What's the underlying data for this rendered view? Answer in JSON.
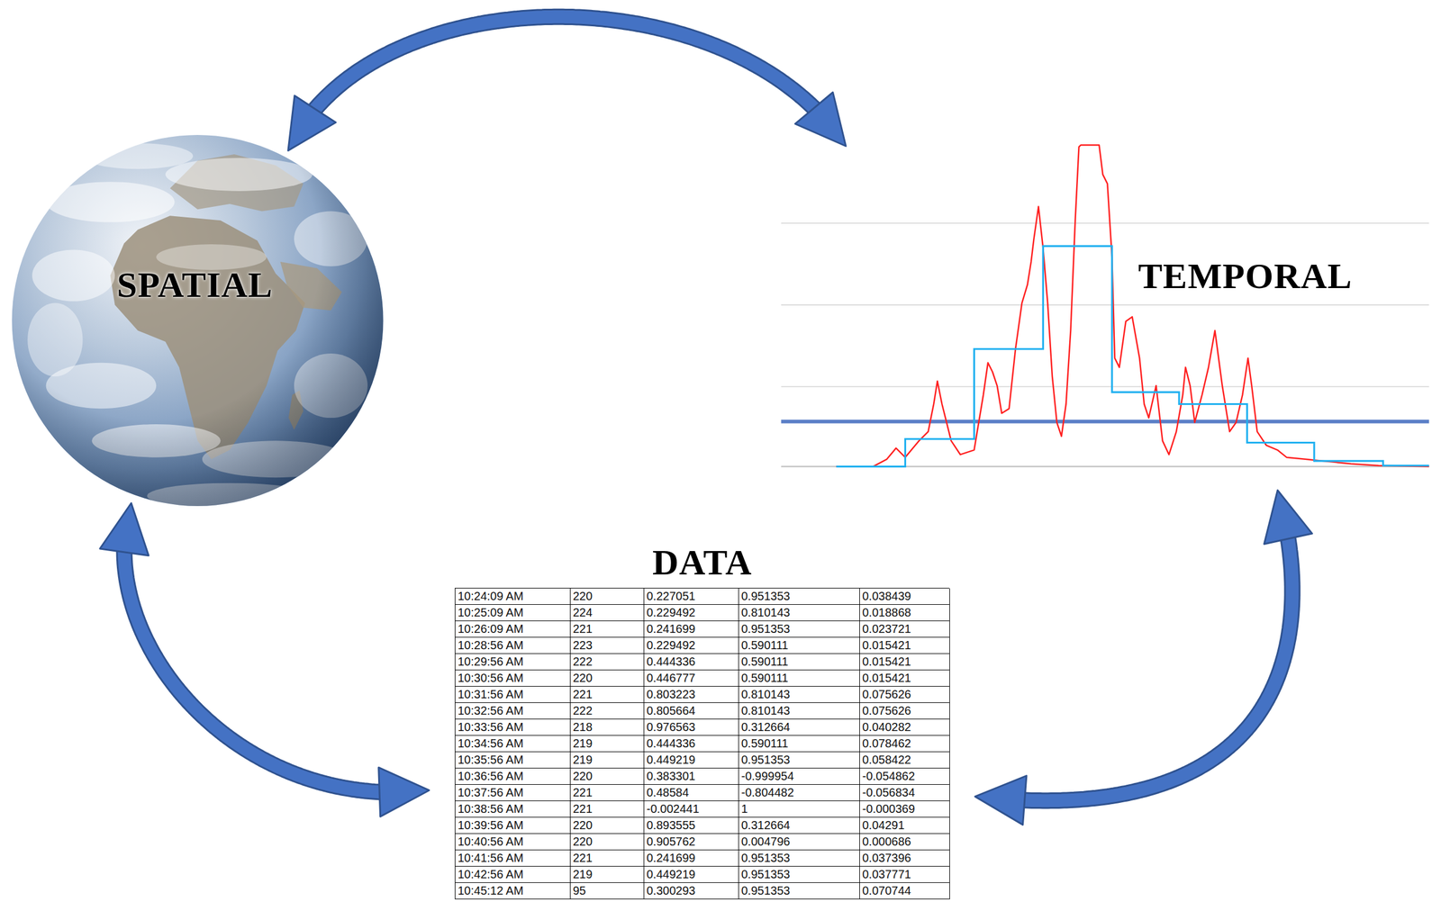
{
  "diagram": {
    "nodes": [
      {
        "text": [
          "SPATIAL"
        ]
      },
      {
        "text": [
          "TEMPORAL"
        ]
      },
      {
        "text": [
          "DATA"
        ]
      }
    ],
    "edges": [
      {
        "from": 0,
        "to": 1,
        "arrow": "both"
      },
      {
        "from": 1,
        "to": 2,
        "arrow": "both"
      },
      {
        "from": 2,
        "to": 0,
        "arrow": "both"
      }
    ],
    "labels": [
      "10:24:09 AM",
      "220",
      "0.227051",
      "0.951353",
      "0.038439",
      "10:25:09 AM",
      "224",
      "0.229492",
      "0.810143",
      "0.018868",
      "10:26:09 AM",
      "221",
      "0.241699",
      "0.951353",
      "0.023721",
      "10:28:56 AM",
      "223",
      "0.229492",
      "0.590111",
      "0.015421",
      "10:29:56 AM",
      "222",
      "0.444336",
      "0.590111",
      "0.015421",
      "10:30:56 AM",
      "220",
      "0.446777",
      "0.590111",
      "0.015421",
      "10:31:56 AM",
      "221",
      "0.803223",
      "0.810143",
      "0.075626",
      "10:32:56 AM",
      "222",
      "0.805664",
      "0.810143",
      "0.075626",
      "10:33:56 AM",
      "218",
      "0.976563",
      "0.312664",
      "0.040282",
      "10:34:56 AM",
      "219",
      "0.444336",
      "0.590111",
      "0.078462",
      "10:35:56 AM",
      "219",
      "0.449219",
      "0.951353",
      "0.058422",
      "10:36:56 AM",
      "220",
      "0.383301",
      "-0.999954",
      "-0.054862",
      "10:37:56 AM",
      "221",
      "0.48584",
      "-0.804482",
      "-0.056834",
      "10:38:56 AM",
      "221",
      "-0.002441",
      "1",
      "-0.000369",
      "10:39:56 AM",
      "220",
      "0.893555",
      "0.312664",
      "0.04291",
      "10:40:56 AM",
      "220",
      "0.905762",
      "0.004796",
      "0.000686",
      "10:41:56 AM",
      "221",
      "0.241699",
      "0.951353",
      "0.037396",
      "10:42:56 AM",
      "219",
      "0.449219",
      "0.951353",
      "0.037771",
      "10:45:12 AM",
      "95",
      "0.300293",
      "0.951353",
      "0.070744"
    ]
  }
}
